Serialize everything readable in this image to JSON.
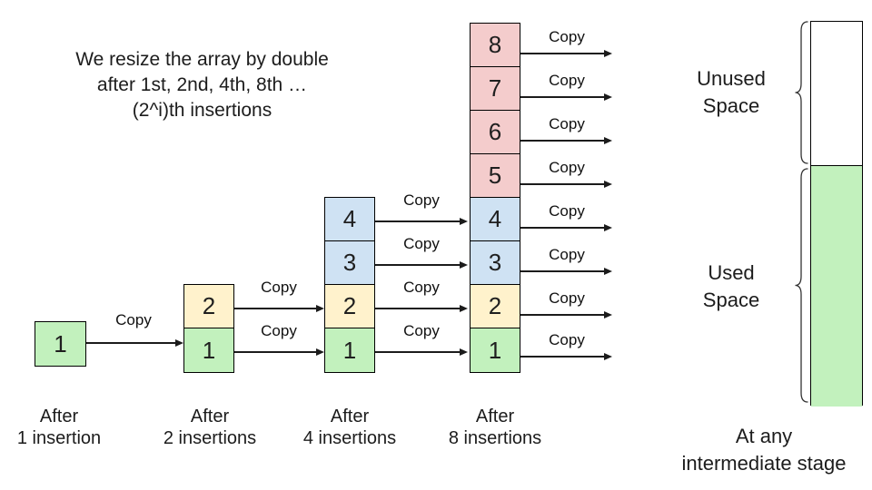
{
  "title_lines": [
    "We resize the array by double",
    "after 1st, 2nd, 4th, 8th …",
    "(2^i)th insertions"
  ],
  "copy_label": "Copy",
  "colors": {
    "green": "#c2f1bd",
    "yellow": "#fff2cc",
    "blue": "#cfe2f3",
    "pink": "#f4cccc",
    "border": "#000000",
    "arrow": "#1b1b1b"
  },
  "stages": [
    {
      "caption_line1": "After",
      "caption_line2": "1 insertion",
      "cells": [
        {
          "value": "1",
          "color": "green"
        }
      ]
    },
    {
      "caption_line1": "After",
      "caption_line2": "2 insertions",
      "cells": [
        {
          "value": "2",
          "color": "yellow"
        },
        {
          "value": "1",
          "color": "green"
        }
      ]
    },
    {
      "caption_line1": "After",
      "caption_line2": "4 insertions",
      "cells": [
        {
          "value": "4",
          "color": "blue"
        },
        {
          "value": "3",
          "color": "blue"
        },
        {
          "value": "2",
          "color": "yellow"
        },
        {
          "value": "1",
          "color": "green"
        }
      ]
    },
    {
      "caption_line1": "After",
      "caption_line2": "8 insertions",
      "cells": [
        {
          "value": "8",
          "color": "pink"
        },
        {
          "value": "7",
          "color": "pink"
        },
        {
          "value": "6",
          "color": "pink"
        },
        {
          "value": "5",
          "color": "pink"
        },
        {
          "value": "4",
          "color": "blue"
        },
        {
          "value": "3",
          "color": "blue"
        },
        {
          "value": "2",
          "color": "yellow"
        },
        {
          "value": "1",
          "color": "green"
        }
      ]
    }
  ],
  "memory_diagram": {
    "unused_line1": "Unused",
    "unused_line2": "Space",
    "used_line1": "Used",
    "used_line2": "Space",
    "caption_line1": "At any",
    "caption_line2": "intermediate stage"
  }
}
